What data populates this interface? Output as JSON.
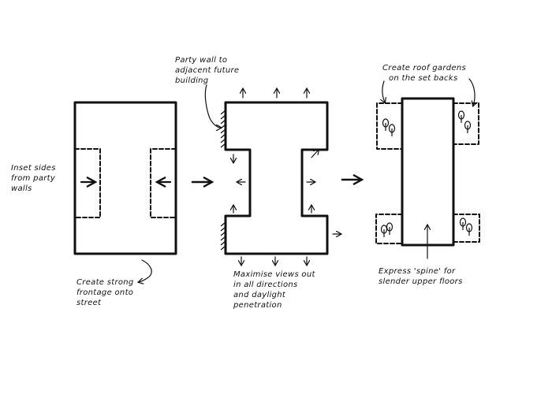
{
  "annotations": {
    "inset_sides": [
      "Inset sides",
      "from party",
      "walls"
    ],
    "street_frontage": [
      "Create strong",
      "frontage onto",
      "street"
    ],
    "party_wall": [
      "Party wall to",
      "adjacent future",
      "building"
    ],
    "maximise_views": [
      "Maximise views out",
      "in all directions",
      "and daylight",
      "penetration"
    ],
    "roof_gardens": [
      "Create roof gardens",
      "on the set backs"
    ],
    "express_spine": [
      "Express 'spine' for",
      "slender upper floors"
    ]
  },
  "colors": {
    "ink": "#111111",
    "background": "#ffffff"
  },
  "icons": [
    "arrow-right-icon",
    "arrow-left-icon",
    "arrow-up-icon",
    "arrow-down-icon",
    "tree-icon",
    "hatch-icon"
  ]
}
